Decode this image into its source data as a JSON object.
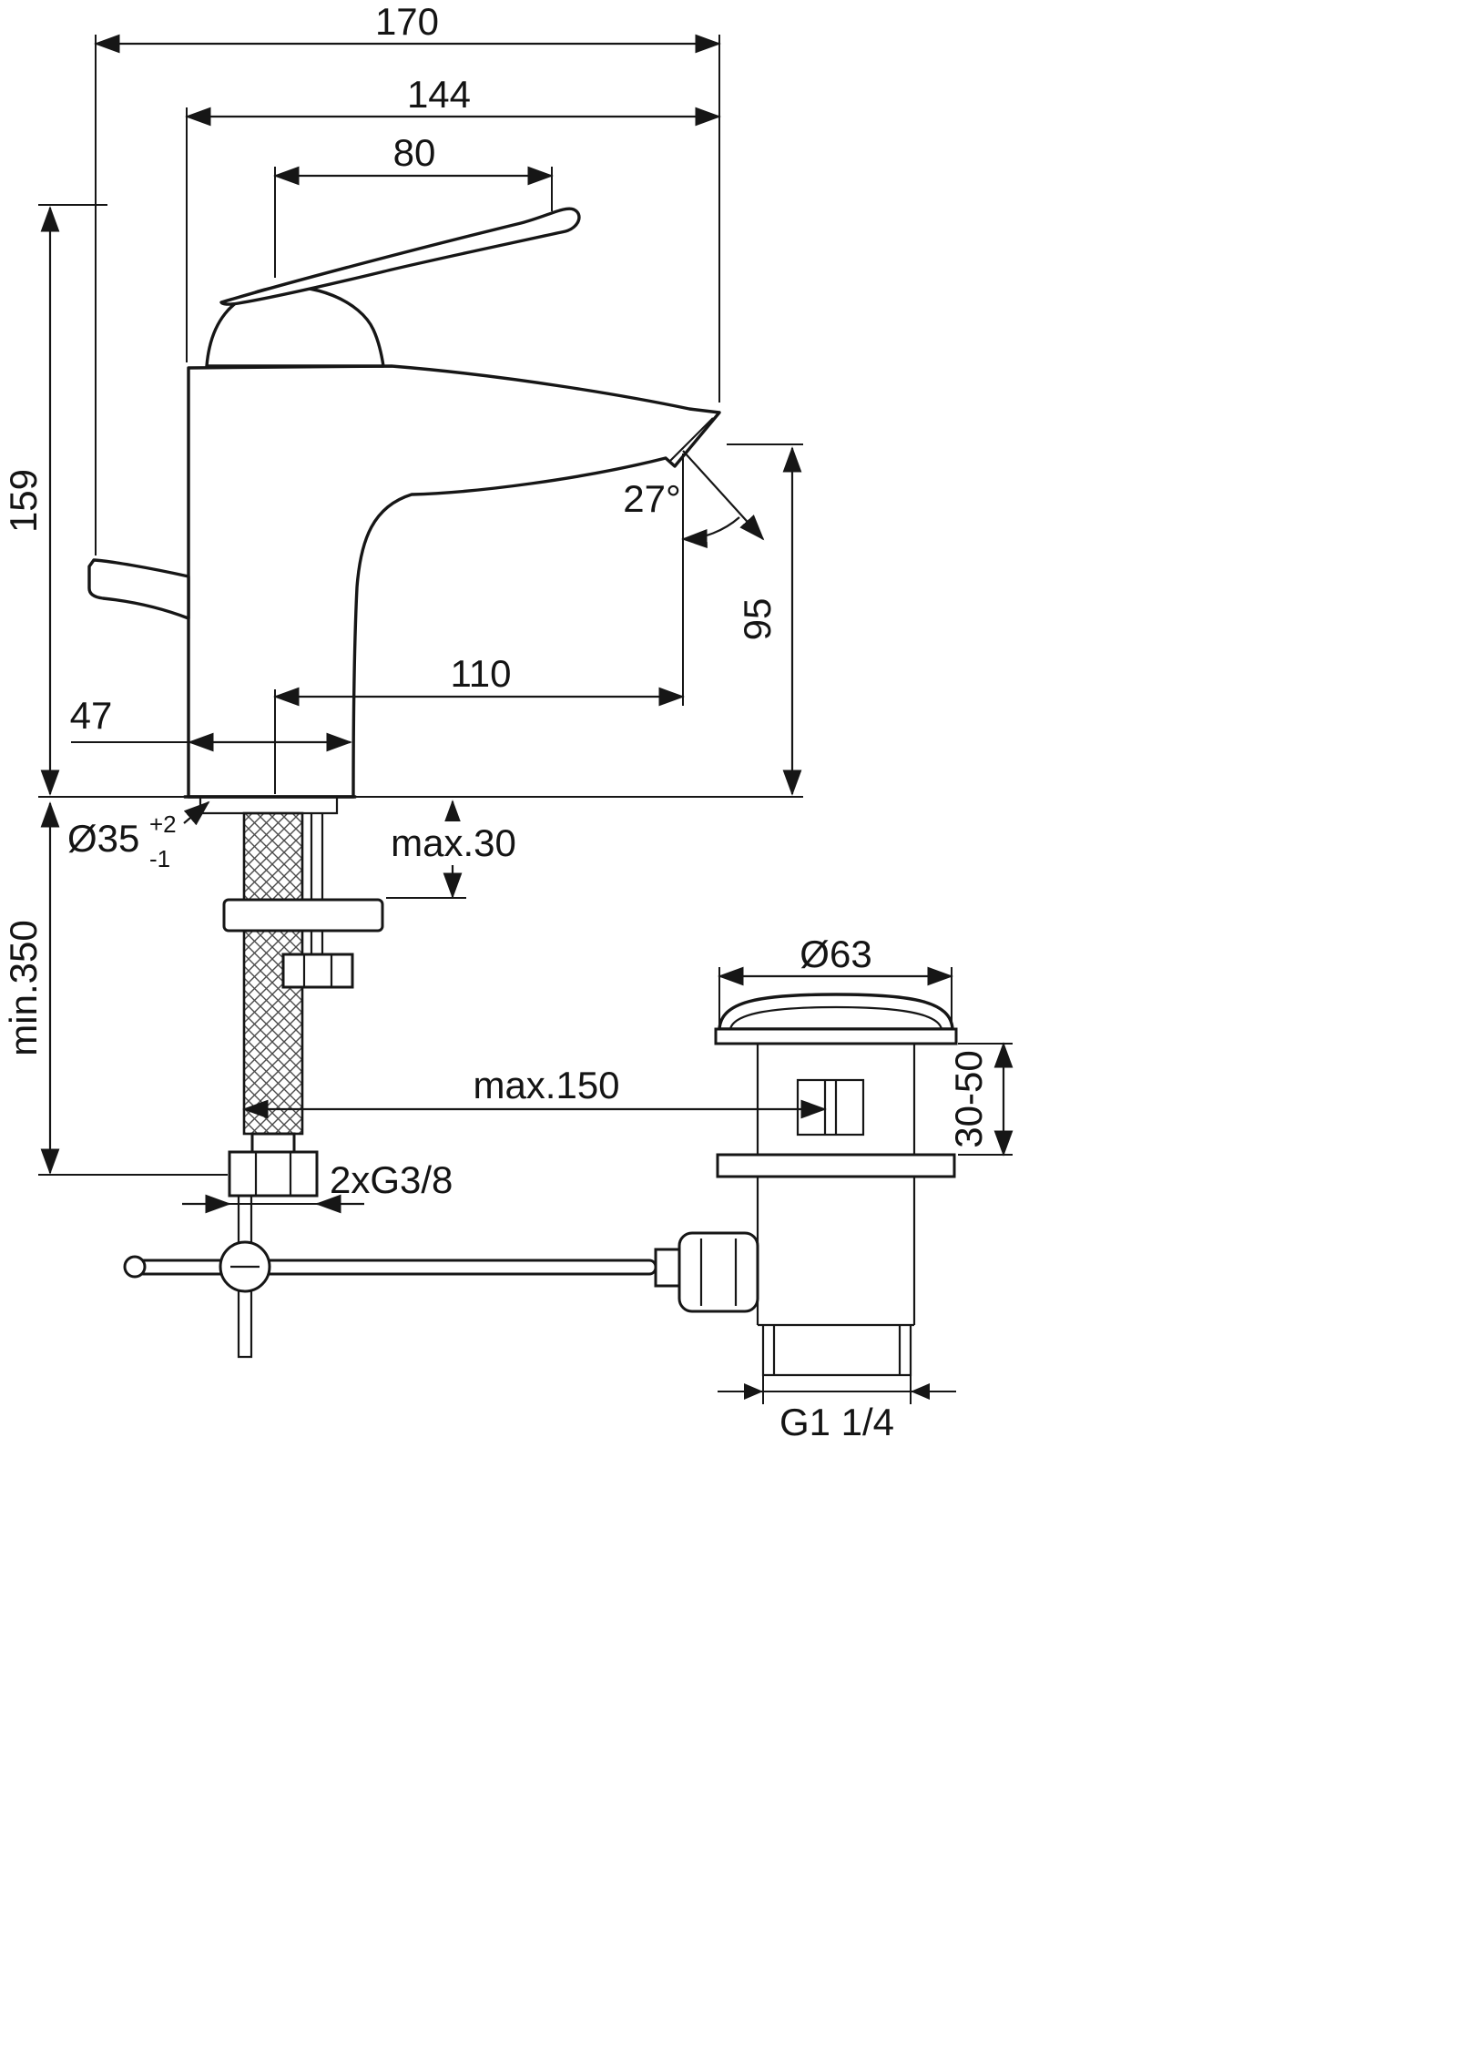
{
  "drawing": {
    "labels": {
      "depth_total": "170",
      "depth_body": "144",
      "handle": "80",
      "height": "159",
      "angle": "27°",
      "spout_height": "95",
      "reach": "110",
      "base": "47",
      "hole_dia": "Ø35",
      "hole_tol_plus": "+2",
      "hole_tol_minus": "-1",
      "deck_max": "max.30",
      "hose_min": "min.350",
      "rod_max": "max.150",
      "supply_thread": "2xG3/8",
      "waste_dia": "Ø63",
      "clamp_range": "30-50",
      "waste_thread": "G1 1/4"
    }
  }
}
